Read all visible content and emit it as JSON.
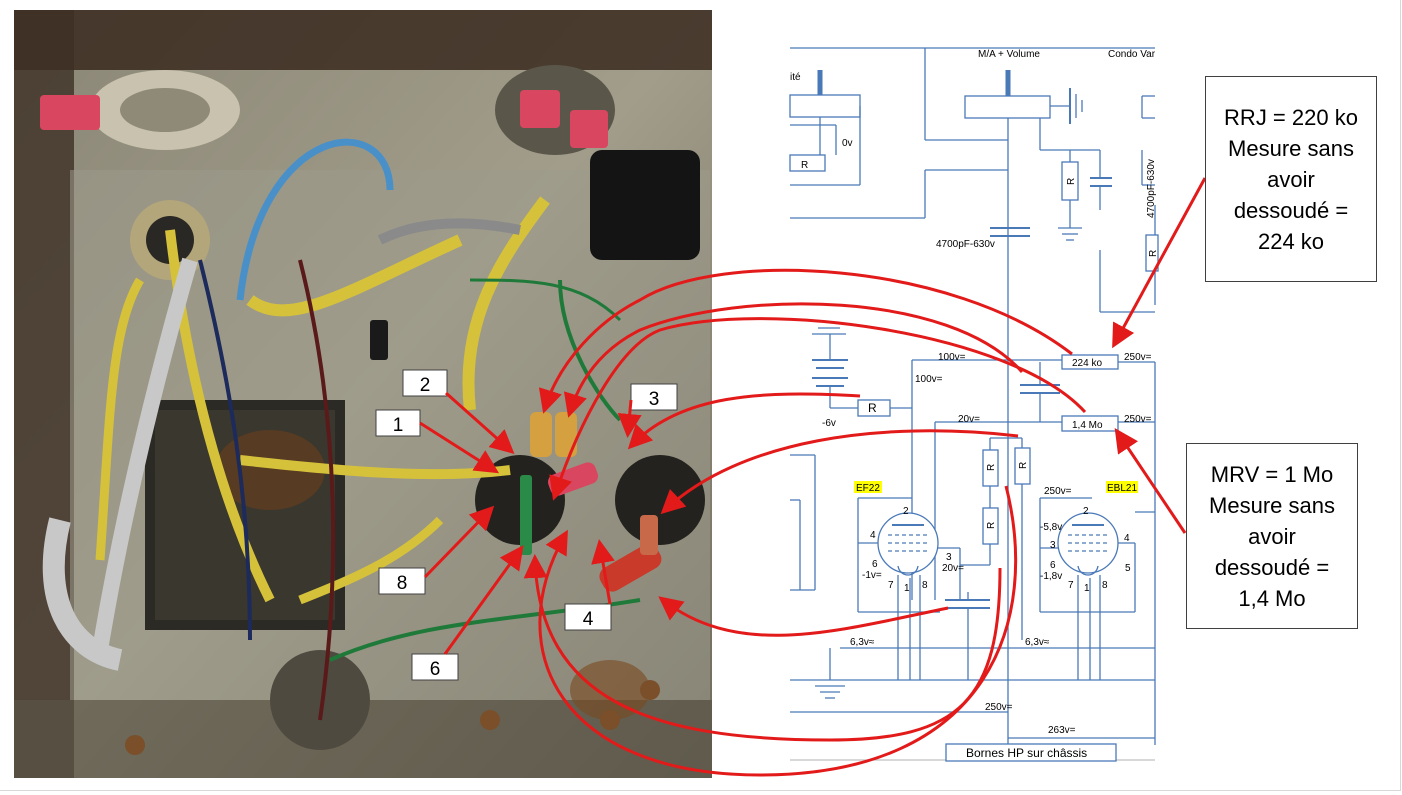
{
  "photo_labels": [
    "1",
    "2",
    "3",
    "4",
    "6",
    "8"
  ],
  "schematic": {
    "top_labels": [
      "ité",
      "M/A + Volume",
      "Condo Var"
    ],
    "component_letter": "R",
    "capacitor_value": "4700pF-630v",
    "resistor_220k_label": "224 ko",
    "resistor_1m_label": "1,4 Mo",
    "voltages": [
      "0v",
      "100v=",
      "100v=",
      "250v=",
      "250v=",
      "20v=",
      "-6v",
      "250v=",
      "-5,8v",
      "-1v=",
      "-1,8v",
      "20v=",
      "6,3v≈",
      "6,3v≈",
      "250v=",
      "263v="
    ],
    "tube_left": "EF22",
    "tube_right": "EBL21",
    "pins_left": [
      "2",
      "4",
      "3",
      "6",
      "7",
      "1",
      "8"
    ],
    "pins_right": [
      "2",
      "3",
      "4",
      "6",
      "7",
      "1",
      "8",
      "5"
    ],
    "bottom_label": "Bornes HP sur châssis"
  },
  "callouts": {
    "rrj": [
      "RRJ = 220 ko",
      "Mesure sans",
      "avoir",
      "dessoudé =",
      "224 ko"
    ],
    "mrv": [
      "MRV = 1 Mo",
      "Mesure sans",
      "avoir",
      "dessoudé =",
      "1,4 Mo"
    ]
  },
  "colors": {
    "arrow": "#e31a1a",
    "schematic_line": "#4a79b8",
    "tube_highlight": "#ffff00"
  }
}
